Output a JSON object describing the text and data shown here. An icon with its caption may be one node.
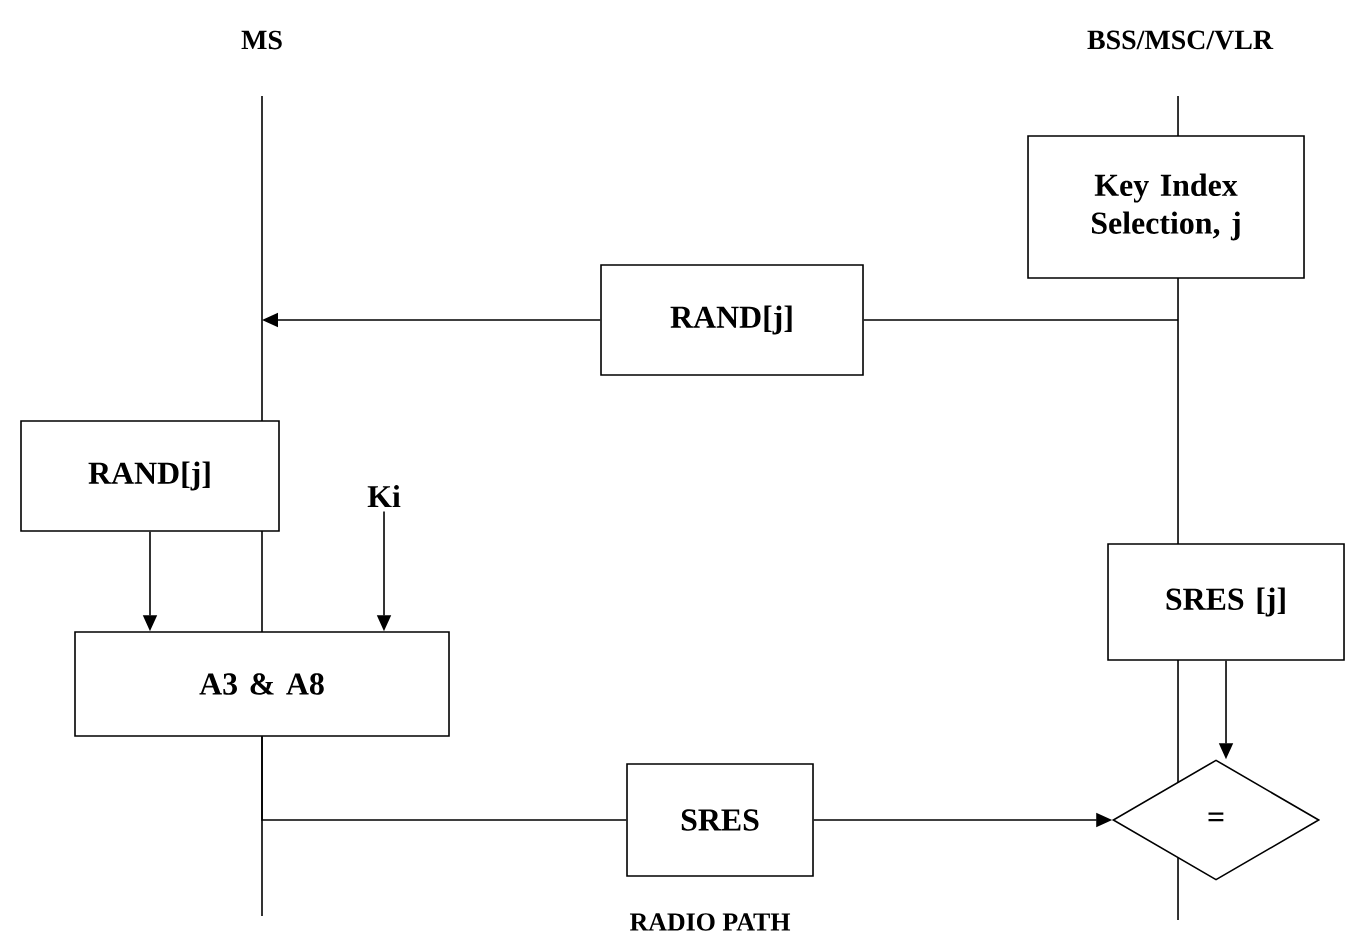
{
  "diagram": {
    "nodes": [
      {
        "text": [
          "Key Index Selection, j"
        ]
      },
      {
        "text": [
          "RAND[j]"
        ]
      },
      {
        "text": [
          "RAND[j]"
        ]
      },
      {
        "text": [
          "Ki"
        ]
      },
      {
        "text": [
          "A3 & A8"
        ]
      },
      {
        "text": [
          "SRES"
        ]
      },
      {
        "text": [
          "SRES [j]"
        ]
      },
      {
        "text": [
          "="
        ]
      }
    ],
    "edges": [
      {
        "from": null,
        "to": 1,
        "arrow": "none"
      },
      {
        "from": 1,
        "to": null,
        "arrow": "to"
      },
      {
        "from": 2,
        "to": 4,
        "arrow": "to"
      },
      {
        "from": 3,
        "to": 4,
        "arrow": "to"
      },
      {
        "from": 4,
        "to": 5,
        "arrow": "none"
      },
      {
        "from": 5,
        "to": 7,
        "arrow": "to"
      },
      {
        "from": 6,
        "to": 7,
        "arrow": "to"
      }
    ],
    "labels": [
      "MS",
      "BSS/MSC/VLR",
      "RADIO PATH"
    ]
  }
}
